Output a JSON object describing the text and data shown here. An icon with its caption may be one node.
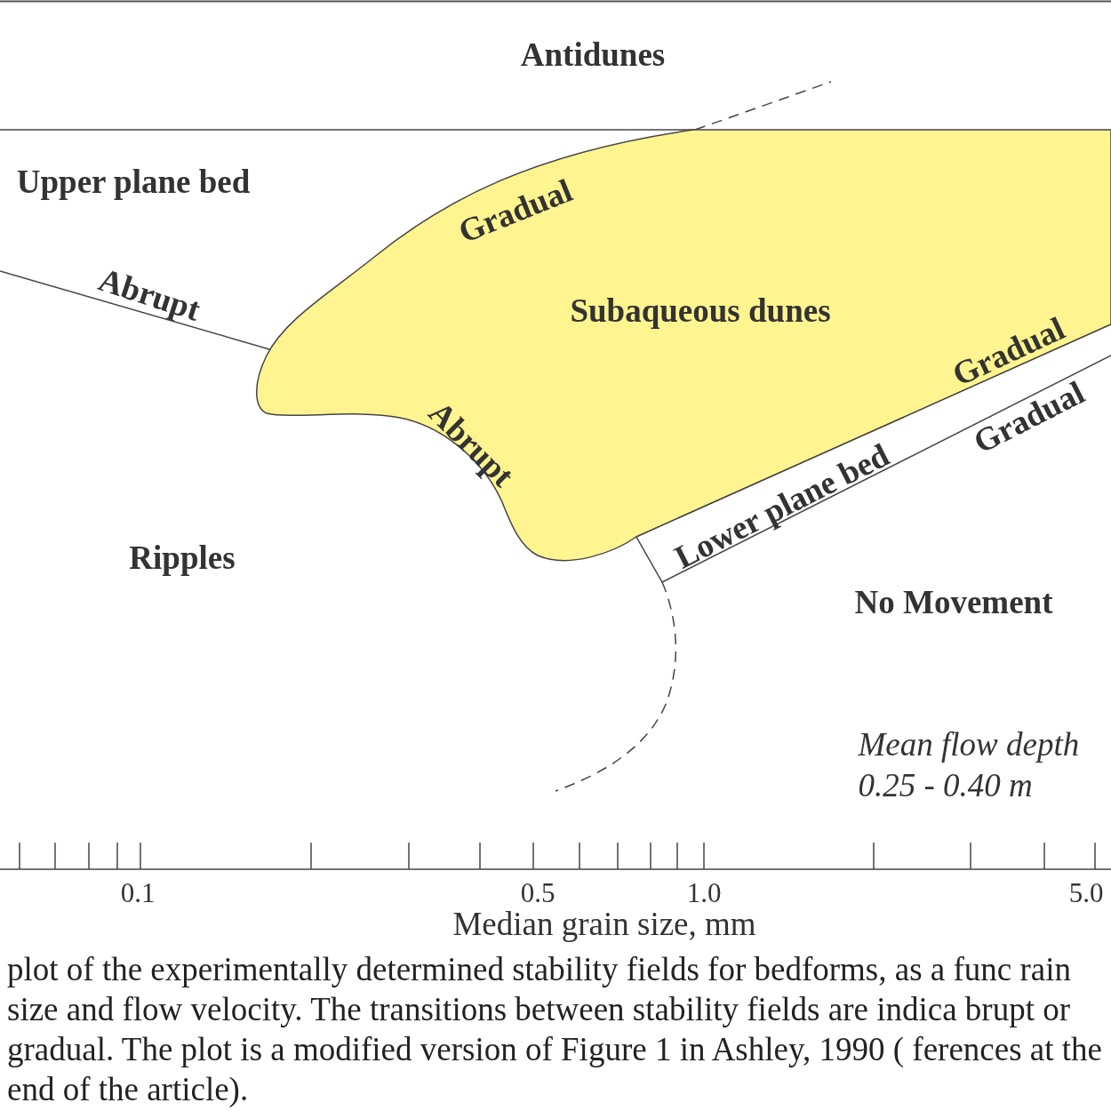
{
  "diagram": {
    "caption": "plot of the experimentally determined stability fields for bedforms, as a func rain size and flow velocity. The transitions between stability fields are indica brupt or gradual. The plot is a modified version of Figure 1 in Ashley, 1990 ( ferences at the end of the article).",
    "nodes": [
      {
        "text": [
          "Subaqueous dunes"
        ]
      },
      {
        "text": [
          "Lower plane bed"
        ]
      }
    ],
    "labels": [
      "Antidunes",
      "Upper plane bed",
      "Gradual",
      "Abrupt",
      "Gradual",
      "Abrupt",
      "Gradual",
      "Ripples",
      "No Movement",
      "Mean flow depth 0.25 - 0.40 m",
      "0.1",
      "0.5",
      "1.0",
      "5.0",
      "Median grain size, mm"
    ]
  }
}
